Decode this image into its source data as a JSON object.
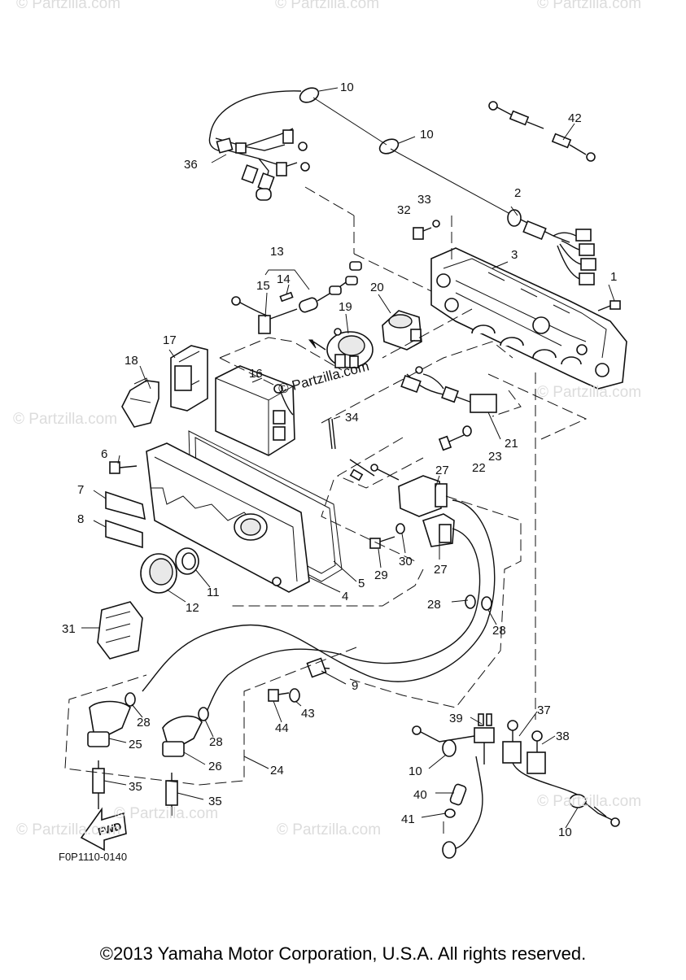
{
  "watermark_text": "© Partzilla.com",
  "center_watermark": "© Partzilla.com",
  "diagram_code": "F0P1110-0140",
  "fwd_label": "FWD",
  "copyright": "©2013 Yamaha Motor Corporation, U.S.A. All rights reserved.",
  "callouts": [
    "10",
    "10",
    "36",
    "42",
    "33",
    "32",
    "2",
    "3",
    "1",
    "13",
    "14",
    "15",
    "20",
    "19",
    "17",
    "18",
    "16",
    "34",
    "21",
    "23",
    "22",
    "6",
    "7",
    "8",
    "27",
    "30",
    "29",
    "27",
    "5",
    "4",
    "11",
    "12",
    "28",
    "28",
    "31",
    "9",
    "43",
    "44",
    "28",
    "25",
    "28",
    "26",
    "24",
    "35",
    "35",
    "37",
    "39",
    "38",
    "10",
    "40",
    "41",
    "10"
  ]
}
